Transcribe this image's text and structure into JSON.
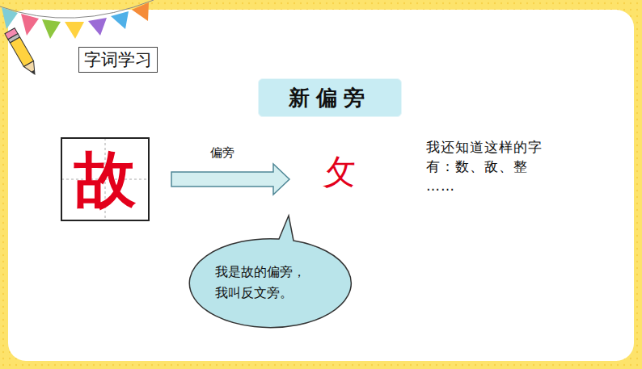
{
  "diagram": {
    "title": "字词学习",
    "nodes": [
      {
        "text": [
          "新偏旁"
        ]
      },
      {
        "text": [
          "故"
        ]
      },
      {
        "text": [
          "我是故的偏旁，我叫反文旁。"
        ]
      }
    ],
    "labels": [
      "偏旁",
      "攵",
      "我还知道这样的字 有：数、敌、整 ……"
    ]
  }
}
